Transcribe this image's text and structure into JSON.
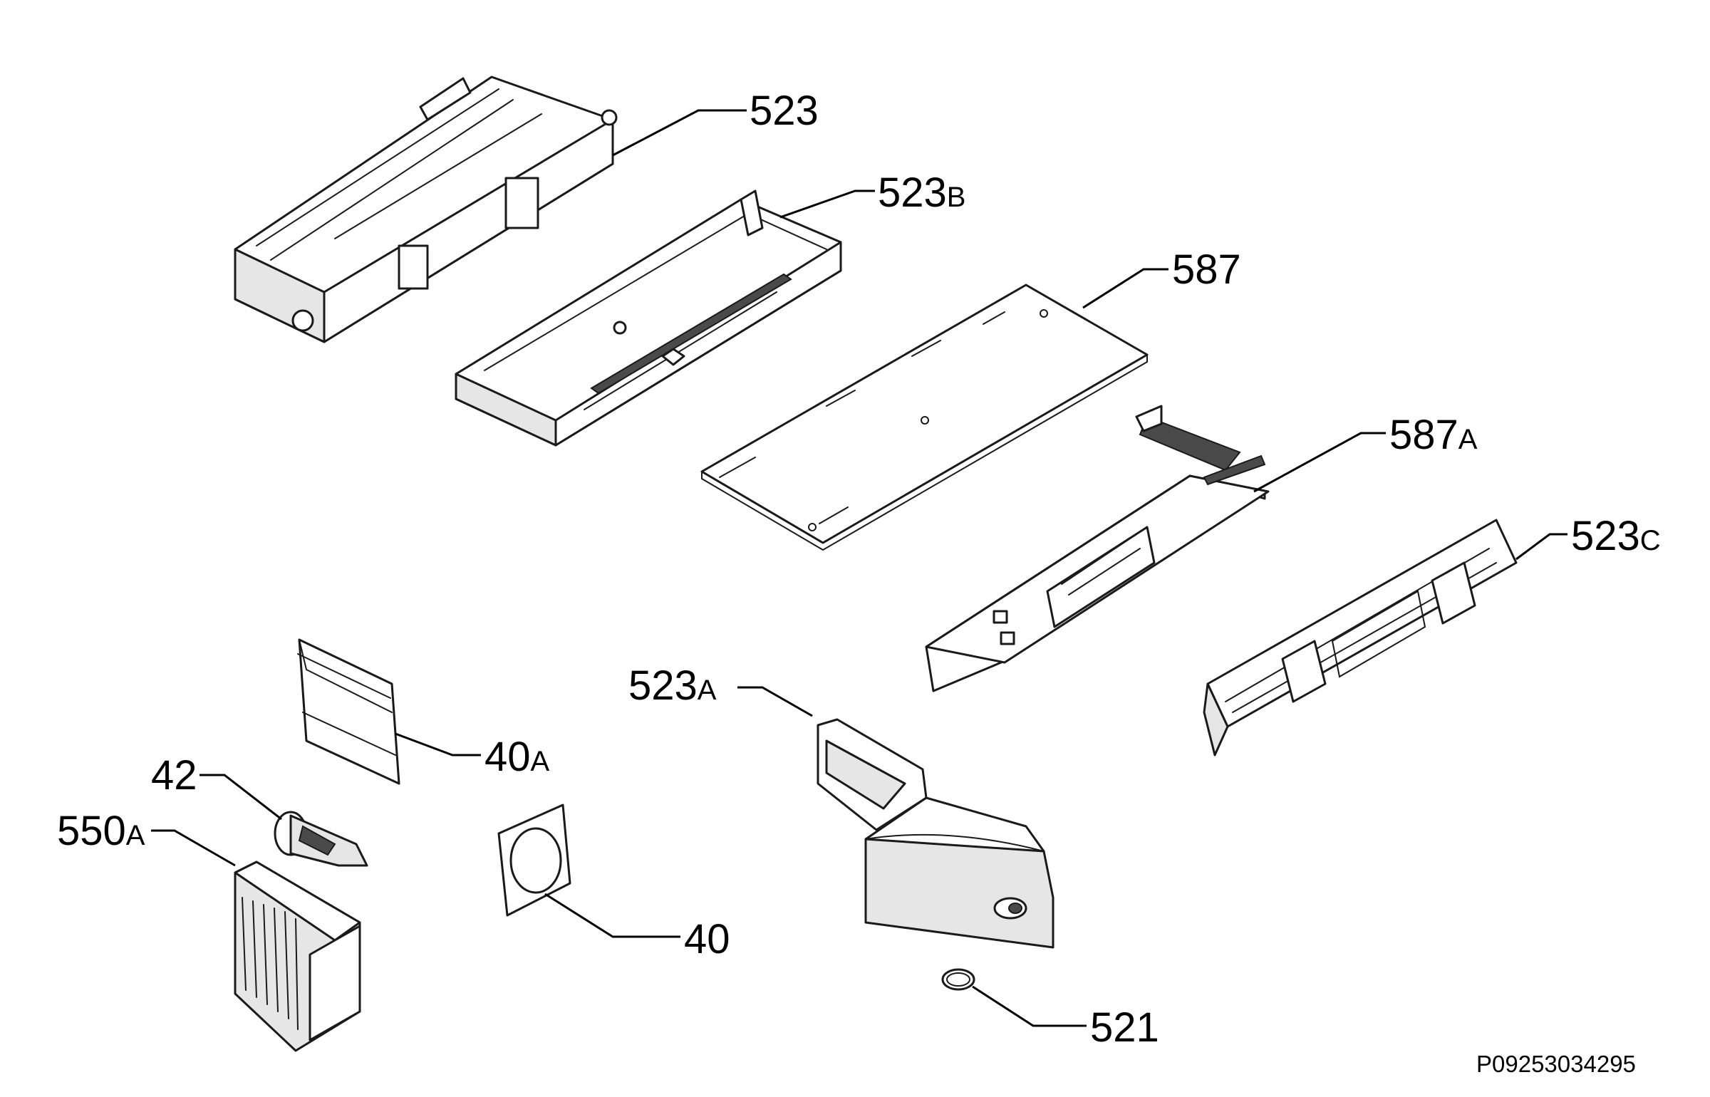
{
  "labels": {
    "p523": {
      "num": "523",
      "suf": ""
    },
    "p523b": {
      "num": "523",
      "suf": "B"
    },
    "p587": {
      "num": "587",
      "suf": ""
    },
    "p587a": {
      "num": "587",
      "suf": "A"
    },
    "p523c": {
      "num": "523",
      "suf": "C"
    },
    "p523a": {
      "num": "523",
      "suf": "A"
    },
    "p40a": {
      "num": "40",
      "suf": "A"
    },
    "p42": {
      "num": "42",
      "suf": ""
    },
    "p550a": {
      "num": "550",
      "suf": "A"
    },
    "p40": {
      "num": "40",
      "suf": ""
    },
    "p521": {
      "num": "521",
      "suf": ""
    }
  },
  "document_id": "P09253034295"
}
